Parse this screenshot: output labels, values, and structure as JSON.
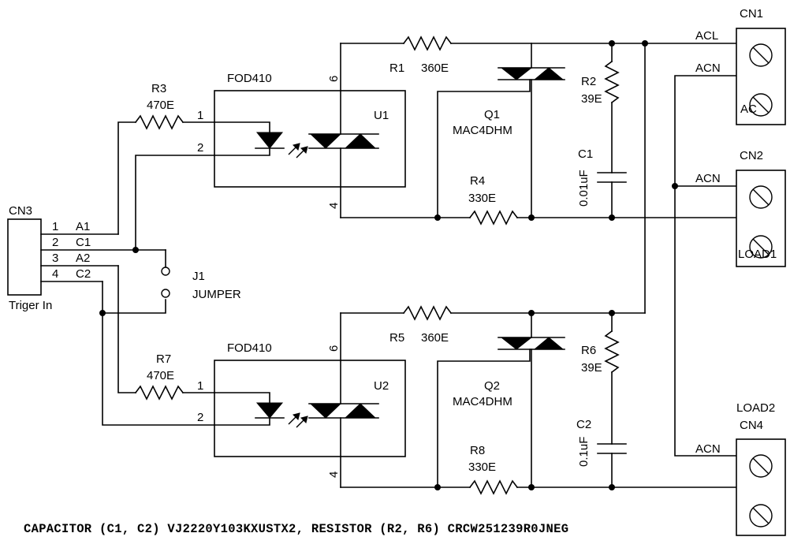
{
  "connectors": {
    "cn1": {
      "ref": "CN1",
      "name": "AC",
      "pin_acl": "ACL",
      "pin_acn": "ACN"
    },
    "cn2": {
      "ref": "CN2",
      "name": "LOAD1",
      "pin_acn": "ACN"
    },
    "cn3": {
      "ref": "CN3",
      "name": "Triger In",
      "pins": [
        {
          "num": "1",
          "sig": "A1"
        },
        {
          "num": "2",
          "sig": "C1"
        },
        {
          "num": "3",
          "sig": "A2"
        },
        {
          "num": "4",
          "sig": "C2"
        }
      ]
    },
    "cn4": {
      "ref": "CN4",
      "name": "LOAD2",
      "pin_acn": "ACN"
    }
  },
  "jumper": {
    "ref": "J1",
    "label": "JUMPER"
  },
  "channel1": {
    "opto_part": "FOD410",
    "opto_ref": "U1",
    "pin1": "1",
    "pin2": "2",
    "pin6": "6",
    "pin4": "4",
    "r_in_ref": "R3",
    "r_in_val": "470E",
    "r_gate_ref": "R1",
    "r_gate_val": "360E",
    "r_gk_ref": "R4",
    "r_gk_val": "330E",
    "triac_ref": "Q1",
    "triac_part": "MAC4DHM",
    "r_snub_ref": "R2",
    "r_snub_val": "39E",
    "c_snub_ref": "C1",
    "c_snub_val": "0.01uF"
  },
  "channel2": {
    "opto_part": "FOD410",
    "opto_ref": "U2",
    "pin1": "1",
    "pin2": "2",
    "pin6": "6",
    "pin4": "4",
    "r_in_ref": "R7",
    "r_in_val": "470E",
    "r_gate_ref": "R5",
    "r_gate_val": "360E",
    "r_gk_ref": "R8",
    "r_gk_val": "330E",
    "triac_ref": "Q2",
    "triac_part": "MAC4DHM",
    "r_snub_ref": "R6",
    "r_snub_val": "39E",
    "c_snub_ref": "C2",
    "c_snub_val": "0.1uF"
  },
  "footer": "CAPACITOR (C1, C2) VJ2220Y103KXUSTX2, RESISTOR (R2, R6) CRCW251239R0JNEG"
}
